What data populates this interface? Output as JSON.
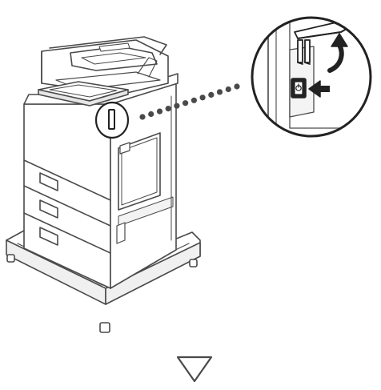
{
  "figure": {
    "subject": "printer-power-switch",
    "steps": [
      {
        "id": "open-cover",
        "icon": "curved-arrow-up-icon"
      },
      {
        "id": "press-power-switch",
        "icon": "push-arrow-icon"
      }
    ],
    "next_icon": "down-triangle-icon"
  },
  "colors": {
    "line": "#4a4a4a",
    "fill": "#ffffff",
    "shadow": "#eeeeee",
    "dark": "#222222",
    "dots": "#4a4a4a"
  }
}
